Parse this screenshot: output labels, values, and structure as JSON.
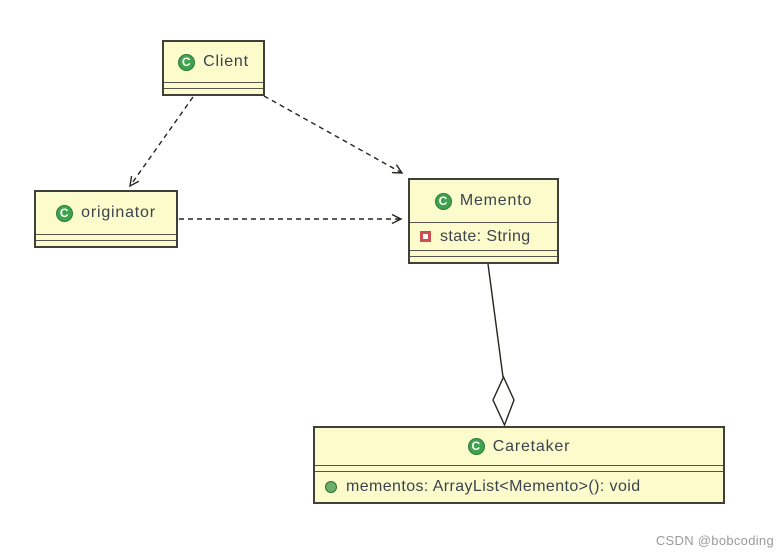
{
  "diagram": {
    "kind": "uml-class-diagram-memento-pattern",
    "classes": [
      {
        "name": "Client",
        "icon_letter": "C",
        "fields": [],
        "methods": []
      },
      {
        "name": "originator",
        "icon_letter": "C",
        "fields": [],
        "methods": []
      },
      {
        "name": "Memento",
        "icon_letter": "C",
        "fields": [
          {
            "label": "state: String",
            "icon": "field-red-square-icon"
          }
        ],
        "methods": []
      },
      {
        "name": "Caretaker",
        "icon_letter": "C",
        "fields": [],
        "methods": [
          {
            "label": "mementos: ArrayList<Memento>(): void",
            "icon": "method-green-circle-icon"
          }
        ]
      }
    ],
    "relations": [
      {
        "from": "Client",
        "to": "originator",
        "type": "dependency",
        "line": "dashed",
        "end": "open-arrow"
      },
      {
        "from": "Client",
        "to": "Memento",
        "type": "dependency",
        "line": "dashed",
        "end": "open-arrow"
      },
      {
        "from": "originator",
        "to": "Memento",
        "type": "dependency",
        "line": "dashed",
        "end": "open-arrow"
      },
      {
        "from": "Memento",
        "to": "Caretaker",
        "type": "aggregation",
        "line": "solid",
        "end": "hollow-diamond"
      }
    ]
  },
  "watermark": "CSDN @bobcoding",
  "colors": {
    "box_fill": "#FCFBCB",
    "box_border": "#40403A",
    "class_icon_green": "#3FA34D",
    "field_icon_red": "#CC5052",
    "method_icon_green": "#6AAE6A",
    "text": "#3C434E",
    "connector": "#26261F",
    "watermark": "#9B9B9B"
  }
}
